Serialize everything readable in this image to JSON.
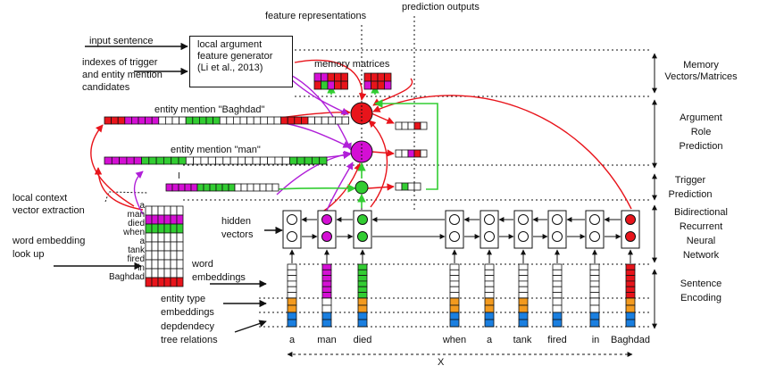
{
  "labels": {
    "feature_representations": "feature representations",
    "prediction_outputs": "prediction outputs",
    "input_sentence": "input sentence",
    "indexes_line1": "indexes of trigger",
    "indexes_line2": "and entity mention",
    "indexes_line3": "candidates",
    "generator_line1": "local argument",
    "generator_line2": "feature generator",
    "generator_line3": "(Li et al., 2013)",
    "memory_matrices": "memory matrices",
    "entity_mention_baghdad": "entity mention \"Baghdad\"",
    "entity_mention_man": "entity mention \"man\"",
    "local_context_line1": "local context",
    "local_context_line2": "vector extraction",
    "word_embedding_line1": "word embedding",
    "word_embedding_line2": "look up",
    "hidden_line1": "hidden",
    "hidden_line2": "vectors",
    "word_line1": "word",
    "word_line2": "embeddings",
    "entity_type_line1": "entity type",
    "entity_type_line2": "embeddings",
    "dep_line1": "depdendecy",
    "dep_line2": "tree relations",
    "x_axis": "X",
    "cursor_glyph": "I"
  },
  "sidebar": {
    "memory": [
      "Memory",
      "Vectors/Matrices"
    ],
    "argument": [
      "Argument",
      "Role",
      "Prediction"
    ],
    "trigger": [
      "Trigger",
      "Prediction"
    ],
    "rnn": [
      "Bidirectional",
      "Recurrent",
      "Neural",
      "Network"
    ],
    "encoding": [
      "Sentence",
      "Encoding"
    ]
  },
  "sentence_words": [
    "a",
    "man",
    "died",
    "when",
    "a",
    "tank",
    "fired",
    "in",
    "Baghdad"
  ],
  "colors": {
    "red": "#e8141b",
    "magenta": "#d40fd4",
    "green": "#32cd32",
    "blue": "#1a7fe0",
    "orange": "#f39a1e",
    "black": "#111111"
  }
}
